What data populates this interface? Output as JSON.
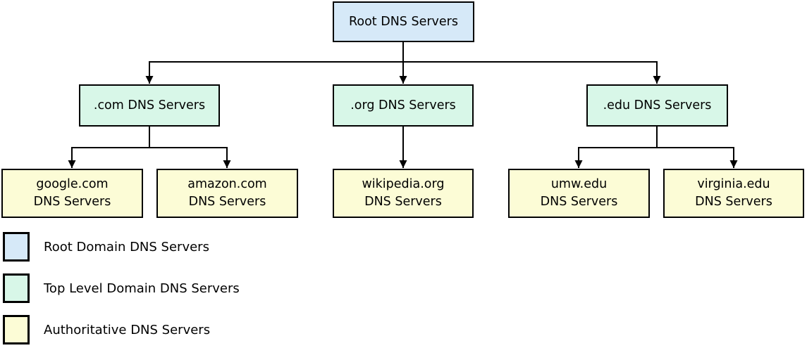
{
  "colors": {
    "root_fill": "#d6e9f8",
    "tld_fill": "#d8f7e8",
    "authoritative_fill": "#fcfcd6",
    "line": "#000000"
  },
  "nodes": {
    "root": {
      "label": "Root DNS Servers"
    },
    "com": {
      "label": ".com DNS Servers"
    },
    "org": {
      "label": ".org DNS Servers"
    },
    "edu": {
      "label": ".edu DNS Servers"
    },
    "google": {
      "label": "google.com\nDNS Servers"
    },
    "amazon": {
      "label": "amazon.com\nDNS Servers"
    },
    "wikipedia": {
      "label": "wikipedia.org\nDNS Servers"
    },
    "umw": {
      "label": "umw.edu\nDNS Servers"
    },
    "virginia": {
      "label": "virginia.edu\nDNS Servers"
    }
  },
  "legend": {
    "items": [
      {
        "label": "Root Domain DNS Servers",
        "color": "#d6e9f8"
      },
      {
        "label": "Top Level Domain DNS Servers",
        "color": "#d8f7e8"
      },
      {
        "label": "Authoritative DNS Servers",
        "color": "#fcfcd6"
      }
    ]
  }
}
